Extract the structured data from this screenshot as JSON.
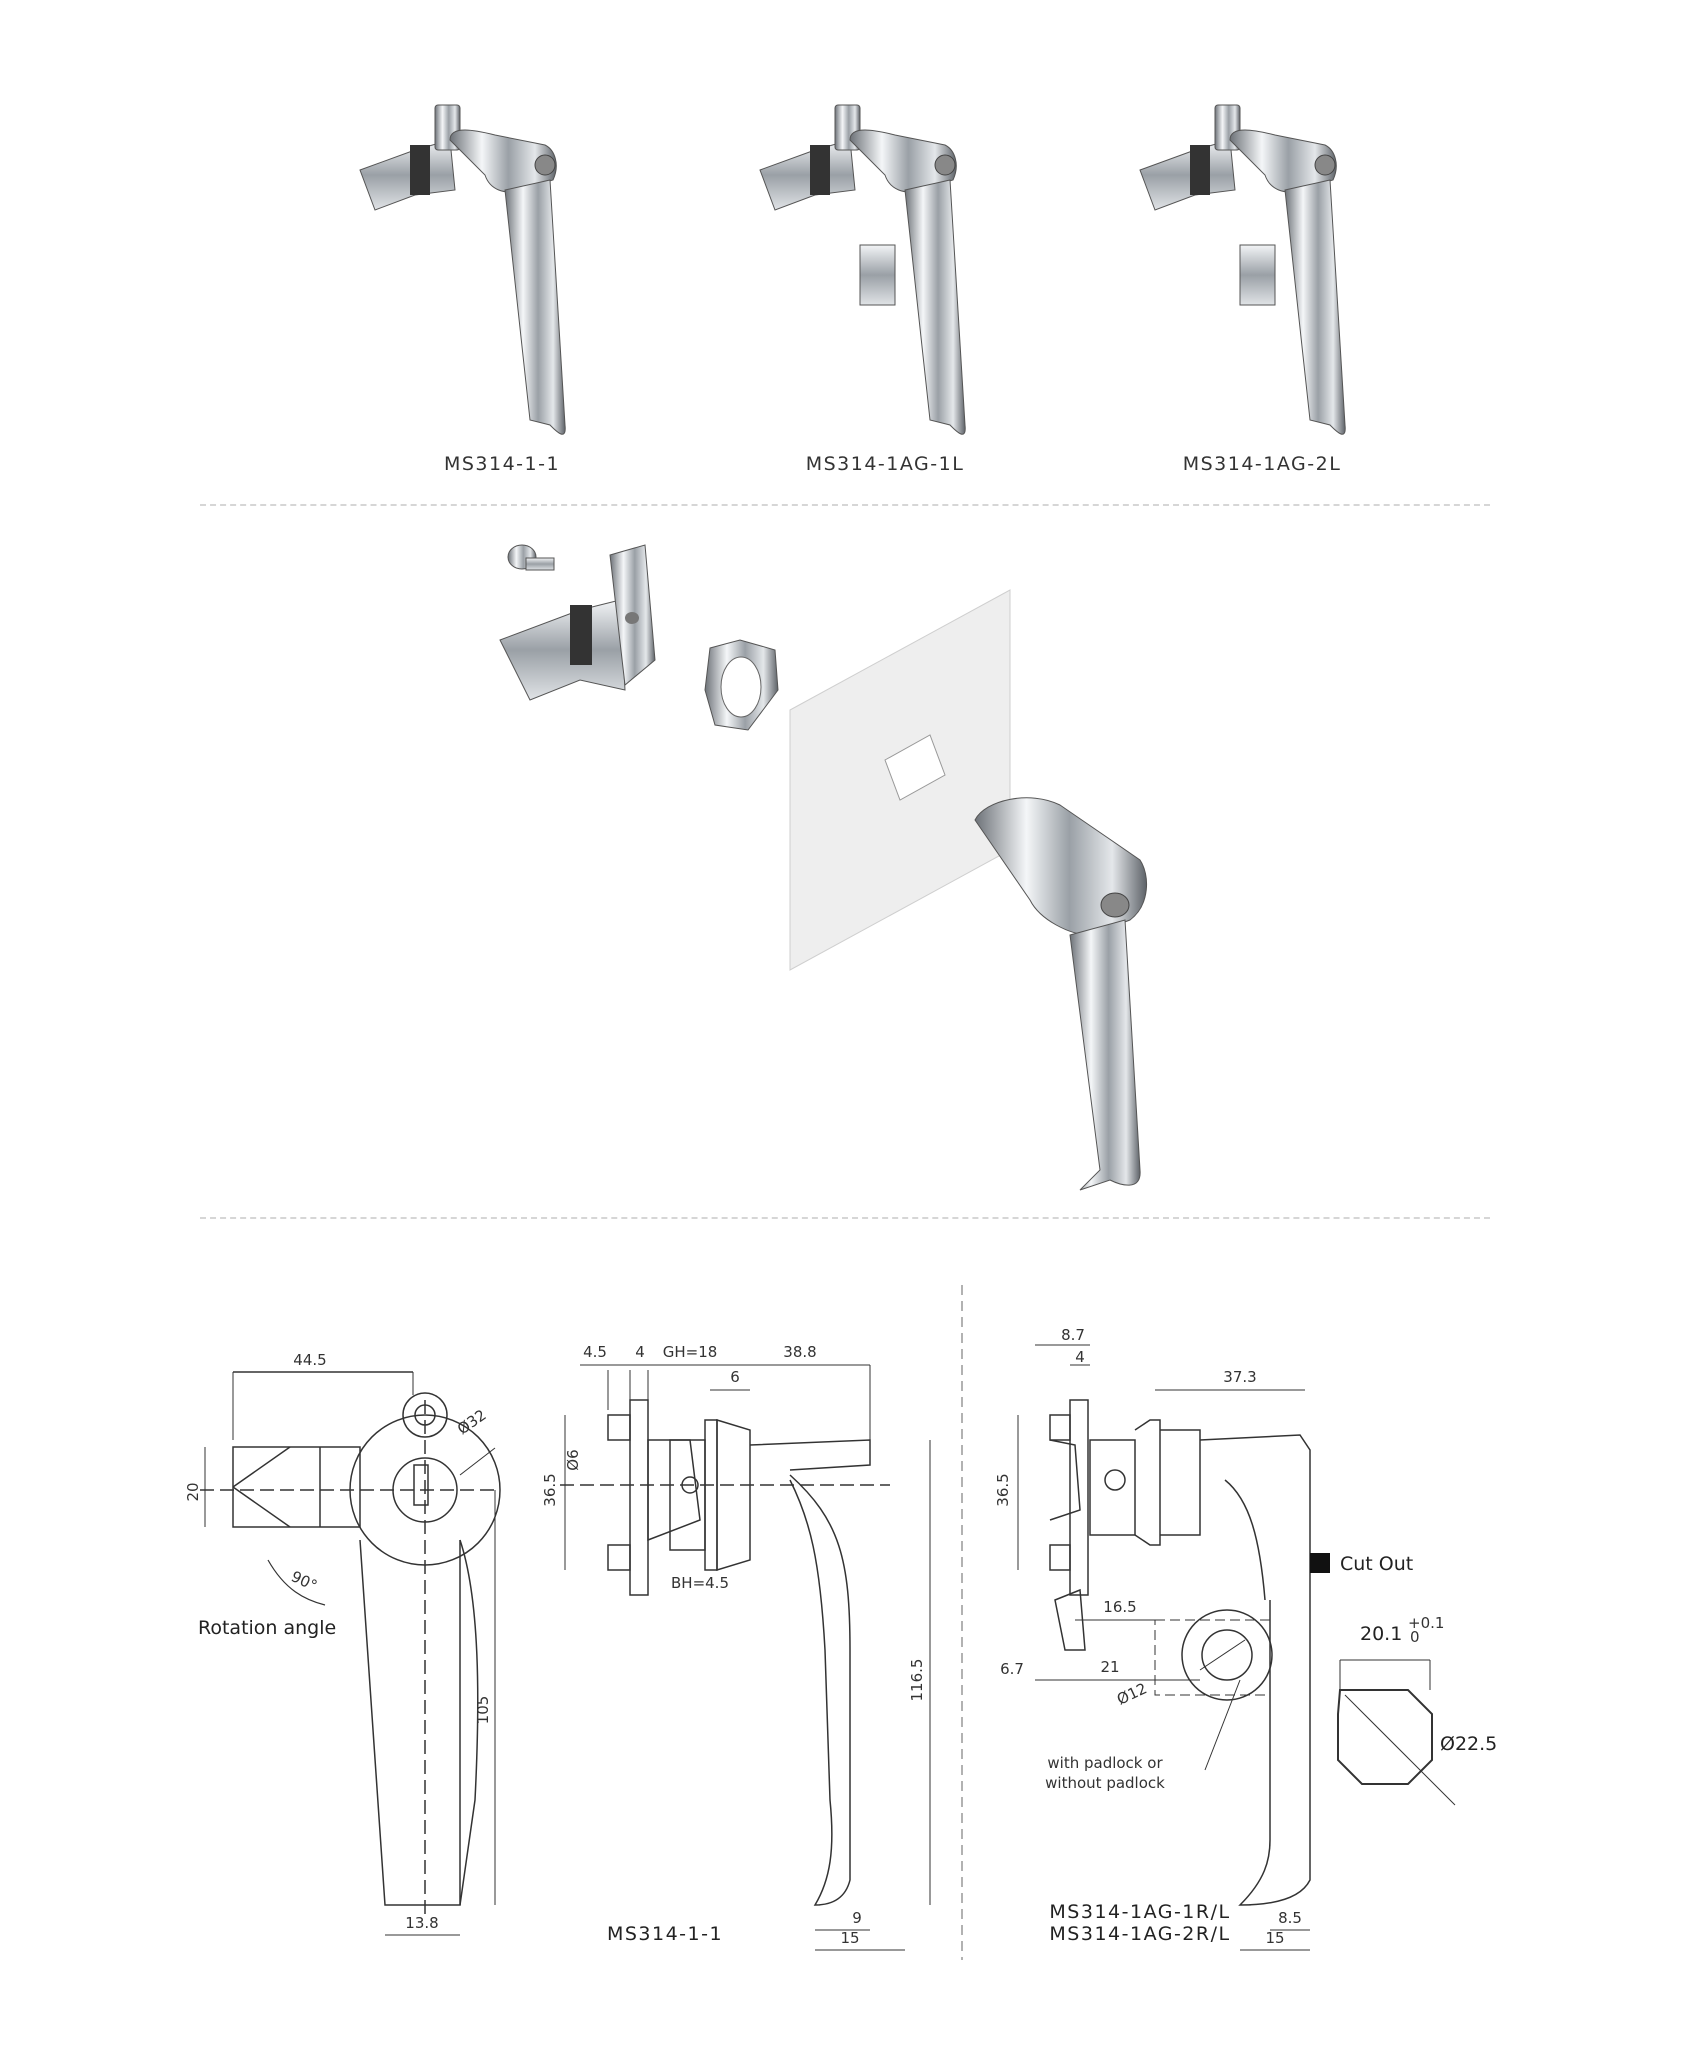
{
  "products": {
    "items": [
      {
        "model": "MS314-1-1"
      },
      {
        "model": "MS314-1AG-1L"
      },
      {
        "model": "MS314-1AG-2L"
      }
    ]
  },
  "drawings": {
    "front": {
      "model_label": "",
      "dims": {
        "width_top": "44.5",
        "diameter": "Ø32",
        "height_blade": "20",
        "length": "105",
        "bottom_width": "13.8"
      },
      "rotation": {
        "angle": "90°",
        "label": "Rotation angle"
      }
    },
    "side": {
      "model_label": "MS314-1-1",
      "dims": {
        "d45": "4.5",
        "d4": "4",
        "gh": "GH=18",
        "d388": "38.8",
        "d6": "6",
        "phi6": "Ø6",
        "d365": "36.5",
        "bh": "BH=4.5",
        "d1165": "116.5",
        "d9": "9",
        "d15": "15"
      }
    },
    "padlock": {
      "model_label_1": "MS314-1AG-1R/L",
      "model_label_2": "MS314-1AG-2R/L",
      "dims": {
        "d87": "8.7",
        "d4": "4",
        "d373": "37.3",
        "d365": "36.5",
        "d165": "16.5",
        "d67": "6.7",
        "d21": "21",
        "phi12": "Ø12",
        "d85": "8.5",
        "d15": "15"
      },
      "note_line_1": "with padlock or",
      "note_line_2": "without padlock"
    },
    "cutout": {
      "label": "Cut Out",
      "width": "20.1",
      "tol_upper": "+0.1",
      "tol_lower": "0",
      "diameter": "Ø22.5"
    }
  },
  "colors": {
    "steel_dark": "#6d7278",
    "steel_light": "#e4e7ea",
    "plate": "#eeeeee",
    "line": "#333333"
  }
}
